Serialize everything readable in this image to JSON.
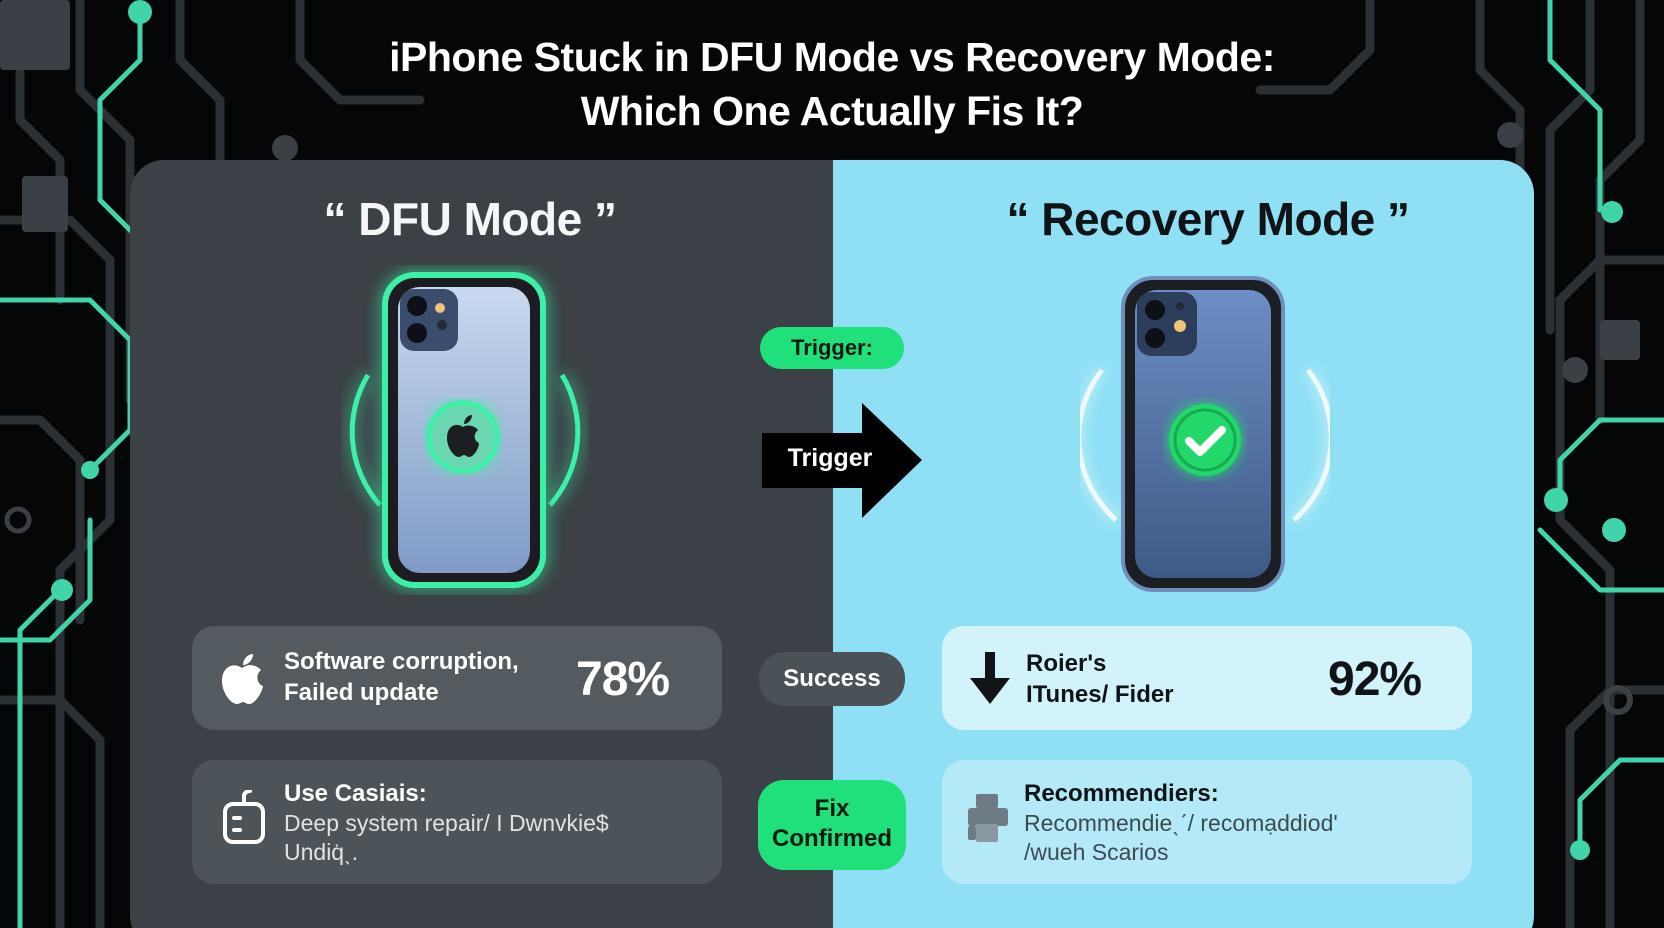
{
  "title": {
    "line1": "iPhone Stuck in DFU Mode vs Recovery Mode:",
    "line2": "Which One Actually Fis It?"
  },
  "dfu": {
    "heading": "“ DFU Mode ”",
    "glow_color": "#3ef0a8",
    "center_icon": "apple-logo-icon",
    "box1": {
      "icon": "apple-logo-icon",
      "line1": "Software corruption,",
      "line2": "Failed update",
      "percent": "78%"
    },
    "box2": {
      "icon": "tablet-icon",
      "label": "Use Casiais:",
      "line1": "Deep system repair/ I Dwnvkie$",
      "line2": "Undiq̇ˎ."
    }
  },
  "recovery": {
    "heading": "“ Recovery Mode ”",
    "check_color": "#22d86a",
    "center_icon": "checkmark-icon",
    "box1": {
      "icon": "download-arrow-icon",
      "line1": "Roier's",
      "line2": "ITunes/ Fider",
      "percent": "92%"
    },
    "box2": {
      "icon": "printer-icon",
      "label": "Recommendiers:",
      "line1": "Recommendieˎˊ/ recomạddiod'",
      "line2": "/wueh Scarios"
    }
  },
  "middle": {
    "trigger_pill": "Trigger:",
    "arrow_label": "Trigger",
    "success_pill": "Success",
    "fix_line1": "Fix",
    "fix_line2": "Confirmed"
  },
  "colors": {
    "accent_green": "#1fe07a",
    "circuit": "#46d9b0",
    "dfu_panel": "#3b4146",
    "recovery_panel": "#8fe0f5"
  }
}
